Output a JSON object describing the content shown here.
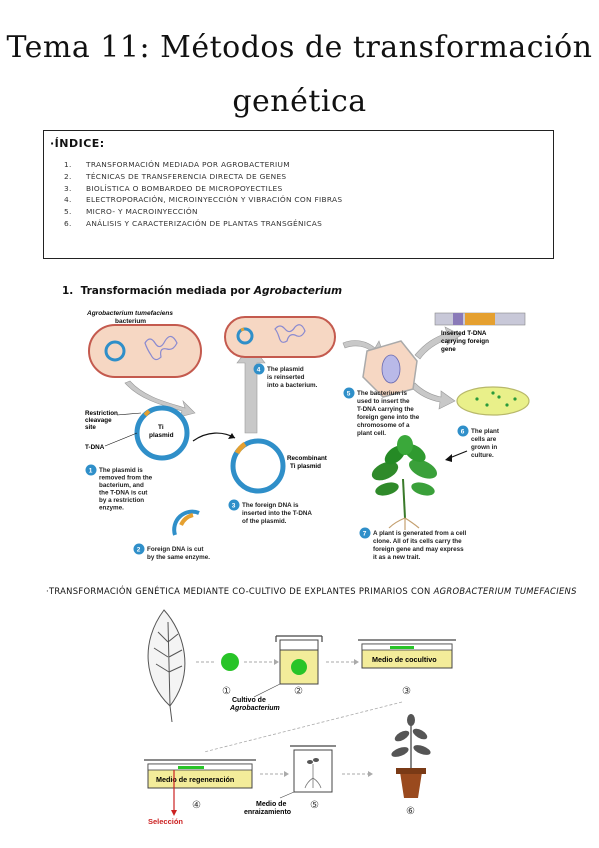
{
  "title_line1": "Tema 11: Métodos de transformación",
  "title_line2": "genética",
  "index": {
    "heading": "·ÍNDICE:",
    "items": [
      {
        "num": "1.",
        "text": "Transformación mediada por Agrobacterium"
      },
      {
        "num": "2.",
        "text": "Técnicas de transferencia directa de genes"
      },
      {
        "num": "3.",
        "text": "Biolística o bombardeo de micropoyectiles"
      },
      {
        "num": "4.",
        "text": "Electroporación, microinyección y vibración con fibras"
      },
      {
        "num": "5.",
        "text": "Micro- y macroinyección"
      },
      {
        "num": "6.",
        "text": "Análisis y caracterización de plantas transgénicas"
      }
    ]
  },
  "section1": {
    "num": "1.",
    "text": "Transformación mediada por",
    "italic": "Agrobacterium"
  },
  "diagram1": {
    "bacterium_label_1": "Agrobacterium tumefaciens",
    "bacterium_label_2": "bacterium",
    "restriction_1": "Restriction",
    "restriction_2": "cleavage",
    "restriction_3": "site",
    "tdna": "T-DNA",
    "ti_1": "Ti",
    "ti_2": "plasmid",
    "recomb_1": "Recombinant",
    "recomb_2": "Ti plasmid",
    "inserted_1": "Inserted T-DNA",
    "inserted_2": "carrying foreign",
    "inserted_3": "gene",
    "step1": [
      "The plasmid is",
      "removed from the",
      "bacterium, and",
      "the T-DNA is cut",
      "by a restriction",
      "enzyme."
    ],
    "step2": [
      "Foreign DNA is cut",
      "by the same enzyme."
    ],
    "step3": [
      "The foreign DNA is",
      "inserted into the T-DNA",
      "of the plasmid."
    ],
    "step4": [
      "The plasmid",
      "is reinserted",
      "into a bacterium."
    ],
    "step5": [
      "The bacterium is",
      "used to insert the",
      "T-DNA carrying the",
      "foreign gene into the",
      "chromosome of a",
      "plant cell."
    ],
    "step6": [
      "The plant",
      "cells are",
      "grown in",
      "culture."
    ],
    "step7": [
      "A plant is generated from a cell",
      "clone. All of its cells carry the",
      "foreign gene and may express",
      "it as a new trait."
    ],
    "nums": [
      "1",
      "2",
      "3",
      "4",
      "5",
      "6",
      "7"
    ]
  },
  "section2": {
    "text": "·Transformación genética mediante co-cultivo de explantes primarios con",
    "italic": "Agrobacterium tumefaciens"
  },
  "diagram2": {
    "n1": "①",
    "n2": "②",
    "n3": "③",
    "n4": "④",
    "n5": "⑤",
    "n6": "⑥",
    "cultivo_1": "Cultivo de",
    "cultivo_2": "Agrobacterium",
    "cocultivo": "Medio de cocultivo",
    "regeneracion": "Medio de regeneración",
    "seleccion": "Selección",
    "enraiz_1": "Medio de",
    "enraiz_2": "enraizamiento"
  },
  "colors": {
    "blue": "#2f8fc9",
    "cytoplasm": "#f6d7c3",
    "bacterium_border": "#c45a4e",
    "orange": "#e5a030",
    "green": "#36c23a",
    "pot": "#9a4a1e",
    "red": "#cc2222"
  }
}
